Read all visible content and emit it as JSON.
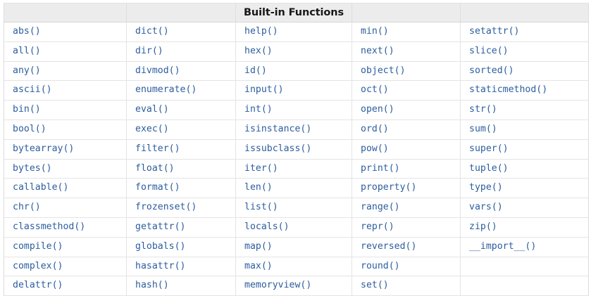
{
  "page": {
    "background_color": "#ffffff",
    "text_color": "#2c5d9e",
    "header_background_color": "#ececec",
    "header_text_color": "#17181a",
    "border_color": "#e4e4e4"
  },
  "table": {
    "title": "Built-in Functions",
    "title_column_index": 2,
    "column_count": 5,
    "row_count": 14,
    "header_cells": [
      "",
      "",
      "Built-in Functions",
      "",
      ""
    ],
    "rows": [
      [
        "abs()",
        "dict()",
        "help()",
        "min()",
        "setattr()"
      ],
      [
        "all()",
        "dir()",
        "hex()",
        "next()",
        "slice()"
      ],
      [
        "any()",
        "divmod()",
        "id()",
        "object()",
        "sorted()"
      ],
      [
        "ascii()",
        "enumerate()",
        "input()",
        "oct()",
        "staticmethod()"
      ],
      [
        "bin()",
        "eval()",
        "int()",
        "open()",
        "str()"
      ],
      [
        "bool()",
        "exec()",
        "isinstance()",
        "ord()",
        "sum()"
      ],
      [
        "bytearray()",
        "filter()",
        "issubclass()",
        "pow()",
        "super()"
      ],
      [
        "bytes()",
        "float()",
        "iter()",
        "print()",
        "tuple()"
      ],
      [
        "callable()",
        "format()",
        "len()",
        "property()",
        "type()"
      ],
      [
        "chr()",
        "frozenset()",
        "list()",
        "range()",
        "vars()"
      ],
      [
        "classmethod()",
        "getattr()",
        "locals()",
        "repr()",
        "zip()"
      ],
      [
        "compile()",
        "globals()",
        "map()",
        "reversed()",
        "__import__()"
      ],
      [
        "complex()",
        "hasattr()",
        "max()",
        "round()",
        ""
      ],
      [
        "delattr()",
        "hash()",
        "memoryview()",
        "set()",
        ""
      ]
    ]
  }
}
